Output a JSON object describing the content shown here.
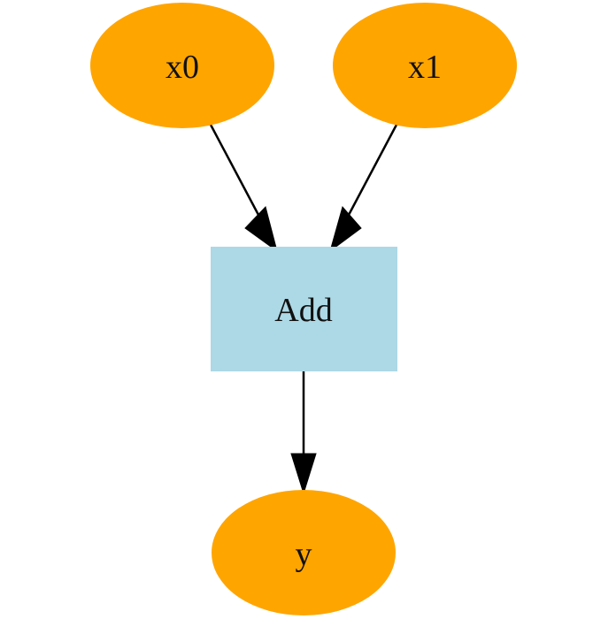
{
  "colors": {
    "variable_fill": "#FFA500",
    "function_fill": "#ADD8E6",
    "edge": "#000000",
    "text": "#111111",
    "background": "#FFFFFF"
  },
  "nodes": [
    {
      "id": "x0",
      "label": "x0",
      "kind": "variable"
    },
    {
      "id": "x1",
      "label": "x1",
      "kind": "variable"
    },
    {
      "id": "add",
      "label": "Add",
      "kind": "function"
    },
    {
      "id": "y",
      "label": "y",
      "kind": "variable"
    }
  ],
  "edges": [
    {
      "from": "x0",
      "to": "add"
    },
    {
      "from": "x1",
      "to": "add"
    },
    {
      "from": "add",
      "to": "y"
    }
  ]
}
